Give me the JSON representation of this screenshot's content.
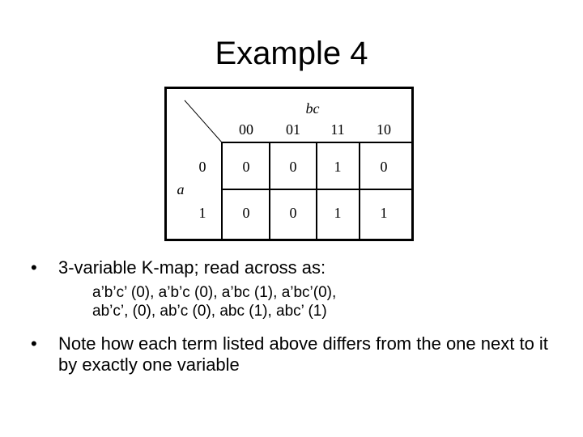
{
  "title": "Example 4",
  "kmap": {
    "row_var": "a",
    "col_var": "bc",
    "col_headers": [
      "00",
      "01",
      "11",
      "10"
    ],
    "row_headers": [
      "0",
      "1"
    ],
    "cells": [
      [
        "0",
        "0",
        "1",
        "0"
      ],
      [
        "0",
        "0",
        "1",
        "1"
      ]
    ]
  },
  "bullets": [
    {
      "symbol": "•",
      "text": "3-variable K-map; read across as:",
      "sub_lines": [
        "a’b’c’ (0), a’b’c (0), a’bc (1), a’bc’(0),",
        "ab’c’, (0), ab’c (0), abc (1), abc’ (1)"
      ]
    },
    {
      "symbol": "•",
      "text": "Note how each term listed above differs from the one next to it by exactly one variable"
    }
  ]
}
